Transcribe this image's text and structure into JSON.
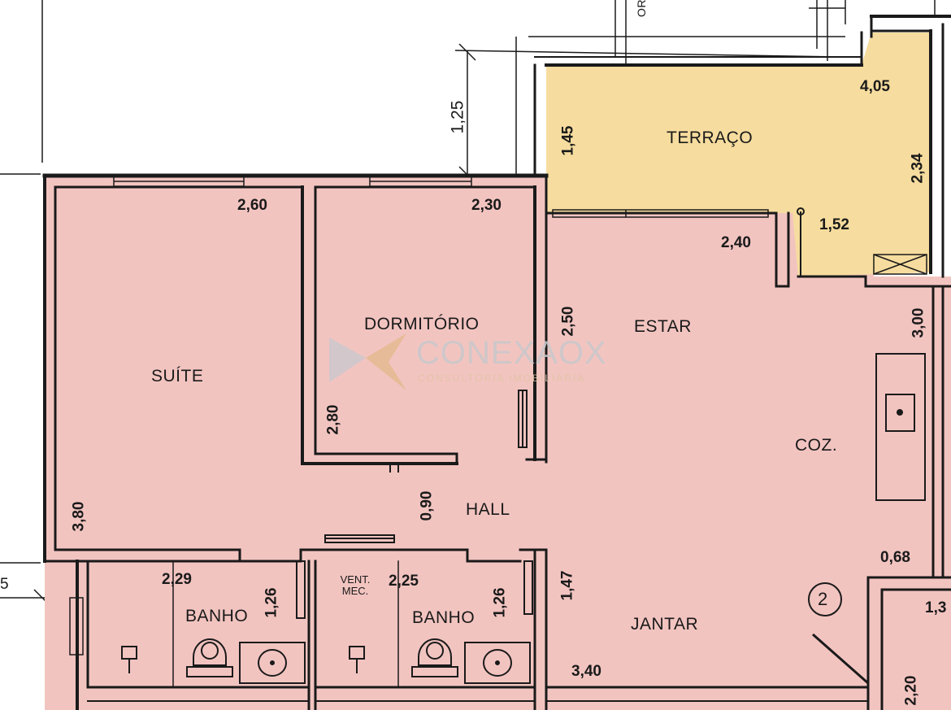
{
  "rooms": {
    "terraco": "TERRAÇO",
    "dormitorio": "DORMITÓRIO",
    "estar": "ESTAR",
    "suite": "SUÍTE",
    "coz": "COZ.",
    "hall": "HALL",
    "banho1": "BANHO",
    "banho2": "BANHO",
    "jantar": "JANTAR",
    "vent_mec": "VENT.\nMEC."
  },
  "dimensions": {
    "d_125": "1,25",
    "d_405": "4,05",
    "d_145": "1,45",
    "d_234": "2,34",
    "d_260": "2,60",
    "d_230": "2,30",
    "d_152": "1,52",
    "d_240": "2,40",
    "d_250": "2,50",
    "d_300": "3,00",
    "d_280": "2,80",
    "d_090": "0,90",
    "d_380": "3,80",
    "d_068": "0,68",
    "d_229": "2,29",
    "d_225": "2,25",
    "d_126a": "1,26",
    "d_126b": "1,26",
    "d_147": "1,47",
    "d_340": "3,40",
    "d_220": "2,20",
    "d_13": "1,3",
    "d_5": "5"
  },
  "marker": "2",
  "edge_text": "OR",
  "watermark": {
    "brand": "CONEXAOX",
    "tagline": "CONSULTORIA IMOBILIÁRIA"
  },
  "colors": {
    "room_fill": "#f2c4c0",
    "terrace_fill": "#f6dc9e",
    "wall": "#1a1a1a",
    "paper": "#ffffff"
  }
}
